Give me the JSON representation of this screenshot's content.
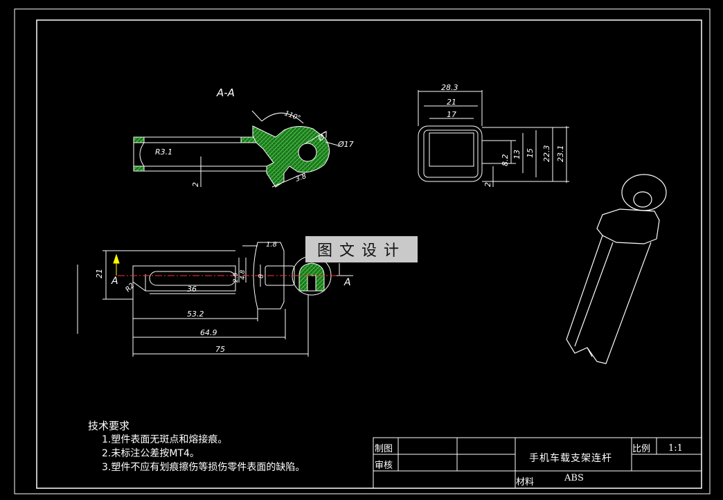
{
  "watermark": "图文设计",
  "section_label": "A-A",
  "section_arrows": [
    "A",
    "A"
  ],
  "dimensions": {
    "angle": "110°",
    "r31": "R3.1",
    "phi7": "Ø7",
    "phi17": "Ø17",
    "two_a": "2",
    "three8": "3.8",
    "w283": "28.3",
    "w21": "21",
    "w17": "17",
    "h82": "8.2",
    "h13": "13",
    "h15": "15",
    "h223": "22.3",
    "h231": "23.1",
    "two_b": "2",
    "h21": "21",
    "r2": "R2",
    "l36": "36",
    "l532": "53.2",
    "l649": "64.9",
    "l75": "75",
    "t18": "1.8",
    "t29": "2.9",
    "t48": "4.8",
    "t8": "8"
  },
  "notes": {
    "title": "技术要求",
    "items": [
      "1.塑件表面无斑点和熔接痕。",
      "2.未标注公差按MT4。",
      "3.塑件不应有划痕擦伤等损伤零件表面的缺陷。"
    ]
  },
  "title_block": {
    "drawn_label": "制图",
    "checked_label": "审核",
    "part_name": "手机车载支架连杆",
    "scale_label": "比例",
    "scale_value": "1:1",
    "material_label": "材料",
    "material_value": "ABS"
  },
  "colors": {
    "background": "#000000",
    "line": "#ffffff",
    "dimension": "#ffffff",
    "hatch": "#33cc33",
    "centerline": "#ff3333",
    "section_line": "#ffff00"
  }
}
